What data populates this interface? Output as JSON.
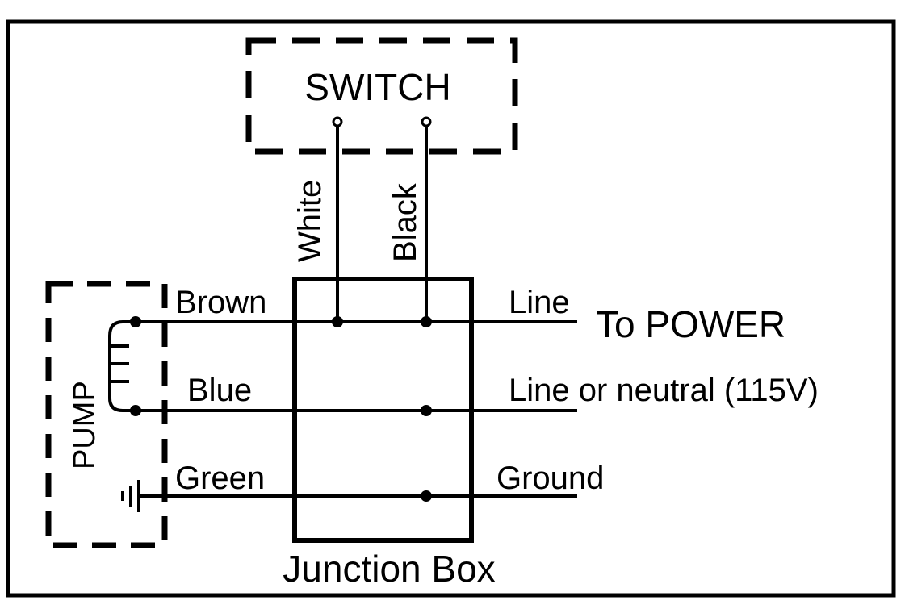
{
  "switch": {
    "label": "SWITCH"
  },
  "pump": {
    "label": "PUMP"
  },
  "junction_box": {
    "label": "Junction Box"
  },
  "wires": {
    "white": "White",
    "black": "Black",
    "brown": "Brown",
    "blue": "Blue",
    "green": "Green"
  },
  "power": {
    "heading": "To POWER",
    "line": "Line",
    "line_or_neutral": "Line or neutral (115V)",
    "ground": "Ground"
  },
  "colors": {
    "stroke": "#000000",
    "background": "#ffffff"
  }
}
